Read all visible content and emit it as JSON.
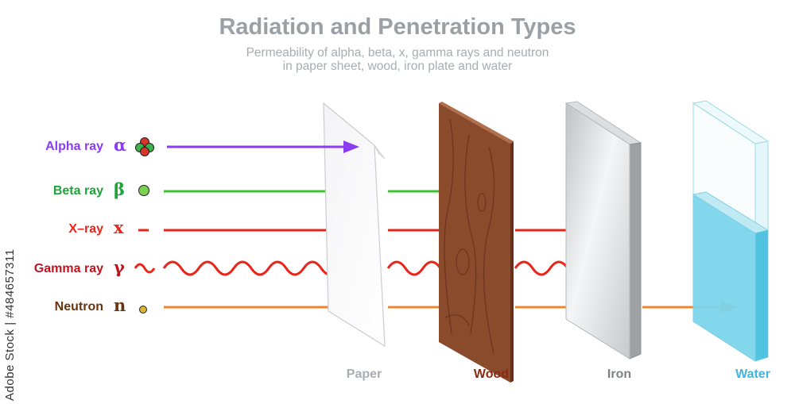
{
  "title": "Radiation and Penetration Types",
  "subtitle_line1": "Permeability of alpha, beta, x, gamma rays and neutron",
  "subtitle_line2": "in paper sheet, wood, iron plate and water",
  "rays": [
    {
      "label": "Alpha ray",
      "symbol": "α",
      "color": "#8a3cf0"
    },
    {
      "label": "Beta ray",
      "symbol": "β",
      "color": "#1fa33a"
    },
    {
      "label": "X–ray",
      "symbol": "x",
      "color": "#e8261b"
    },
    {
      "label": "Gamma ray",
      "symbol": "γ",
      "color": "#c1121f"
    },
    {
      "label": "Neutron",
      "symbol": "n",
      "color": "#6b3410"
    }
  ],
  "materials": [
    {
      "label": "Paper",
      "color": "#a9aeb2"
    },
    {
      "label": "Wood",
      "color": "#8a2b12"
    },
    {
      "label": "Iron",
      "color": "#7e8285"
    },
    {
      "label": "Water",
      "color": "#3fb6dc"
    }
  ],
  "colors": {
    "alpha_arrow": "#8a3cf0",
    "beta_arrow": "#3cc42f",
    "xray_arrow": "#e8261b",
    "gamma_arrow": "#e8261b",
    "neutron_arrow": "#f0862a",
    "wood": "#8a4a2c",
    "water": "#6fd0ea"
  },
  "watermark": "Adobe Stock | #484657311"
}
